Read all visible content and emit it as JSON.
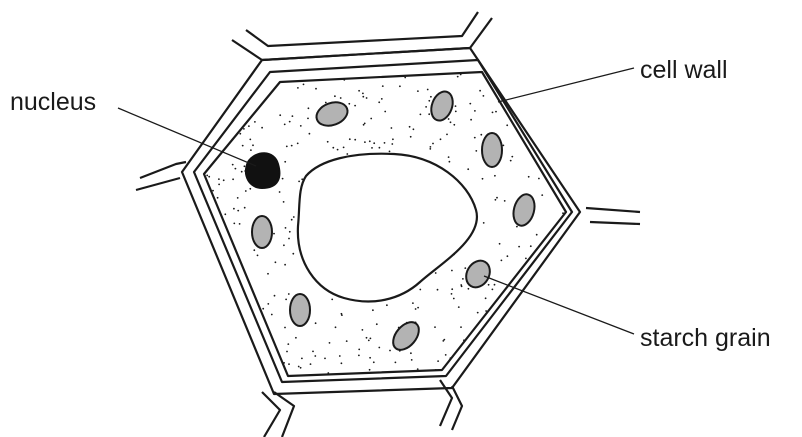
{
  "diagram": {
    "labels": {
      "nucleus": "nucleus",
      "cell_wall": "cell wall",
      "starch_grain": "starch grain"
    },
    "colors": {
      "ink": "#1a1a1a",
      "starch_grain_fill": "#b3b3b3",
      "nucleus_fill": "#111111",
      "background": "#ffffff"
    }
  }
}
